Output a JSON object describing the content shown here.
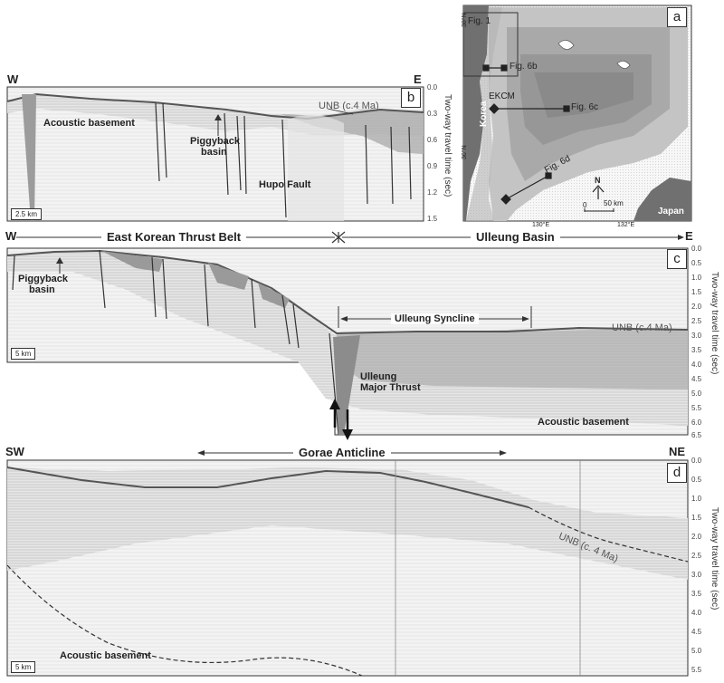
{
  "panel_b": {
    "letter": "b",
    "west": "W",
    "east": "E",
    "labels": {
      "acoustic_basement": "Acoustic basement",
      "unb": "UNB (c.4 Ma)",
      "piggyback_1": "Piggyback",
      "piggyback_2": "basin",
      "hupo": "Hupo Fault"
    },
    "scale": "2.5 km",
    "axis_title": "Two-way travel time (sec)",
    "ticks": [
      "0.0",
      "0.3",
      "0.6",
      "0.9",
      "1.2",
      "1.5"
    ]
  },
  "panel_a": {
    "letter": "a",
    "labels": {
      "fig1": "Fig. 1",
      "fig6b": "Fig. 6b",
      "fig6c": "Fig. 6c",
      "fig6d": "Fig. 6d",
      "ekcm": "EKCM",
      "korea": "Korea",
      "japan": "Japan",
      "north": "N",
      "scale": "50 km",
      "scale_zero": "0",
      "lon1": "130°E",
      "lon2": "132°E",
      "lat1": "38°N",
      "lat2": "36°N"
    }
  },
  "panel_c": {
    "letter": "c",
    "west": "W",
    "east": "E",
    "labels": {
      "thrust_belt": "East Korean Thrust Belt",
      "ulleung_basin": "Ulleung Basin",
      "piggyback_1": "Piggyback",
      "piggyback_2": "basin",
      "syncline": "Ulleung Syncline",
      "unb": "UNB (c.4 Ma)",
      "major_1": "Ulleung",
      "major_2": "Major Thrust",
      "acoustic_basement": "Acoustic basement"
    },
    "scale": "5 km",
    "axis_title": "Two-way travel time (sec)",
    "ticks": [
      "0.0",
      "0.5",
      "1.0",
      "1.5",
      "2.0",
      "2.5",
      "3.0",
      "3.5",
      "4.0",
      "4.5",
      "5.0",
      "5.5",
      "6.0",
      "6.5"
    ]
  },
  "panel_d": {
    "letter": "d",
    "west": "SW",
    "east": "NE",
    "labels": {
      "anticline": "Gorae Anticline",
      "unb": "UNB (c. 4 Ma)",
      "acoustic_basement": "Acoustic basement"
    },
    "scale": "5 km",
    "axis_title": "Two-way travel time (sec)",
    "ticks": [
      "0.0",
      "0.5",
      "1.0",
      "1.5",
      "2.0",
      "2.5",
      "3.0",
      "3.5",
      "4.0",
      "4.5",
      "5.0",
      "5.5"
    ]
  }
}
